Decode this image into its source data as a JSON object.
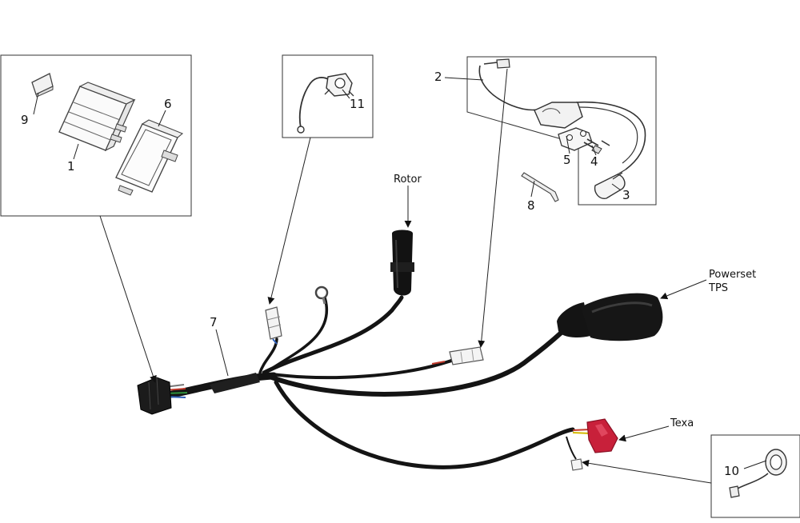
{
  "callouts": {
    "c1": "1",
    "c2": "2",
    "c3": "3",
    "c4": "4",
    "c5": "5",
    "c6": "6",
    "c7": "7",
    "c8": "8",
    "c9": "9",
    "c10": "10",
    "c11": "11"
  },
  "labels": {
    "rotor": "Rotor",
    "powerset_line1": "Powerset",
    "powerset_line2": "TPS",
    "texa": "Texa"
  },
  "colors": {
    "cable": "#141414",
    "texa_connector": "#c8203a",
    "wire_red": "#c0392b",
    "wire_blue": "#2e5fb8",
    "wire_green": "#2f8f3a"
  }
}
